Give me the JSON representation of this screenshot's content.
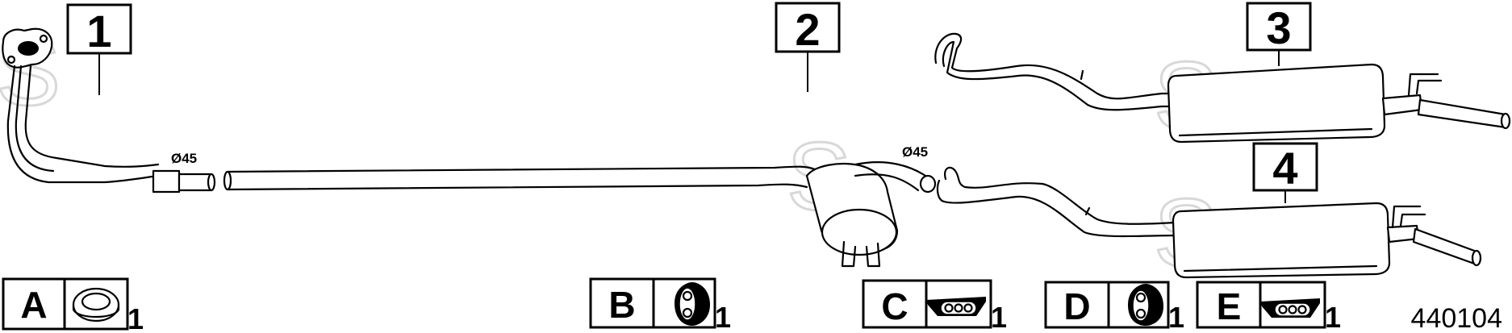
{
  "callouts": [
    {
      "id": "1",
      "label": "1"
    },
    {
      "id": "2",
      "label": "2"
    },
    {
      "id": "3",
      "label": "3"
    },
    {
      "id": "4",
      "label": "4"
    }
  ],
  "dimensions": {
    "front_pipe_diameter": "Ø45",
    "mid_pipe_diameter": "Ø45"
  },
  "reference_number": "440104",
  "legend": [
    {
      "letter": "A",
      "part_icon": "gasket-ring-icon",
      "quantity": "1"
    },
    {
      "letter": "B",
      "part_icon": "rubber-hanger-icon",
      "quantity": "1"
    },
    {
      "letter": "C",
      "part_icon": "hanger-strap-icon",
      "quantity": "1"
    },
    {
      "letter": "D",
      "part_icon": "rubber-hanger-icon",
      "quantity": "1"
    },
    {
      "letter": "E",
      "part_icon": "hanger-strap-icon",
      "quantity": "1"
    }
  ],
  "colors": {
    "line": "#000000",
    "background": "#ffffff",
    "watermark": "#d8d8d8"
  }
}
